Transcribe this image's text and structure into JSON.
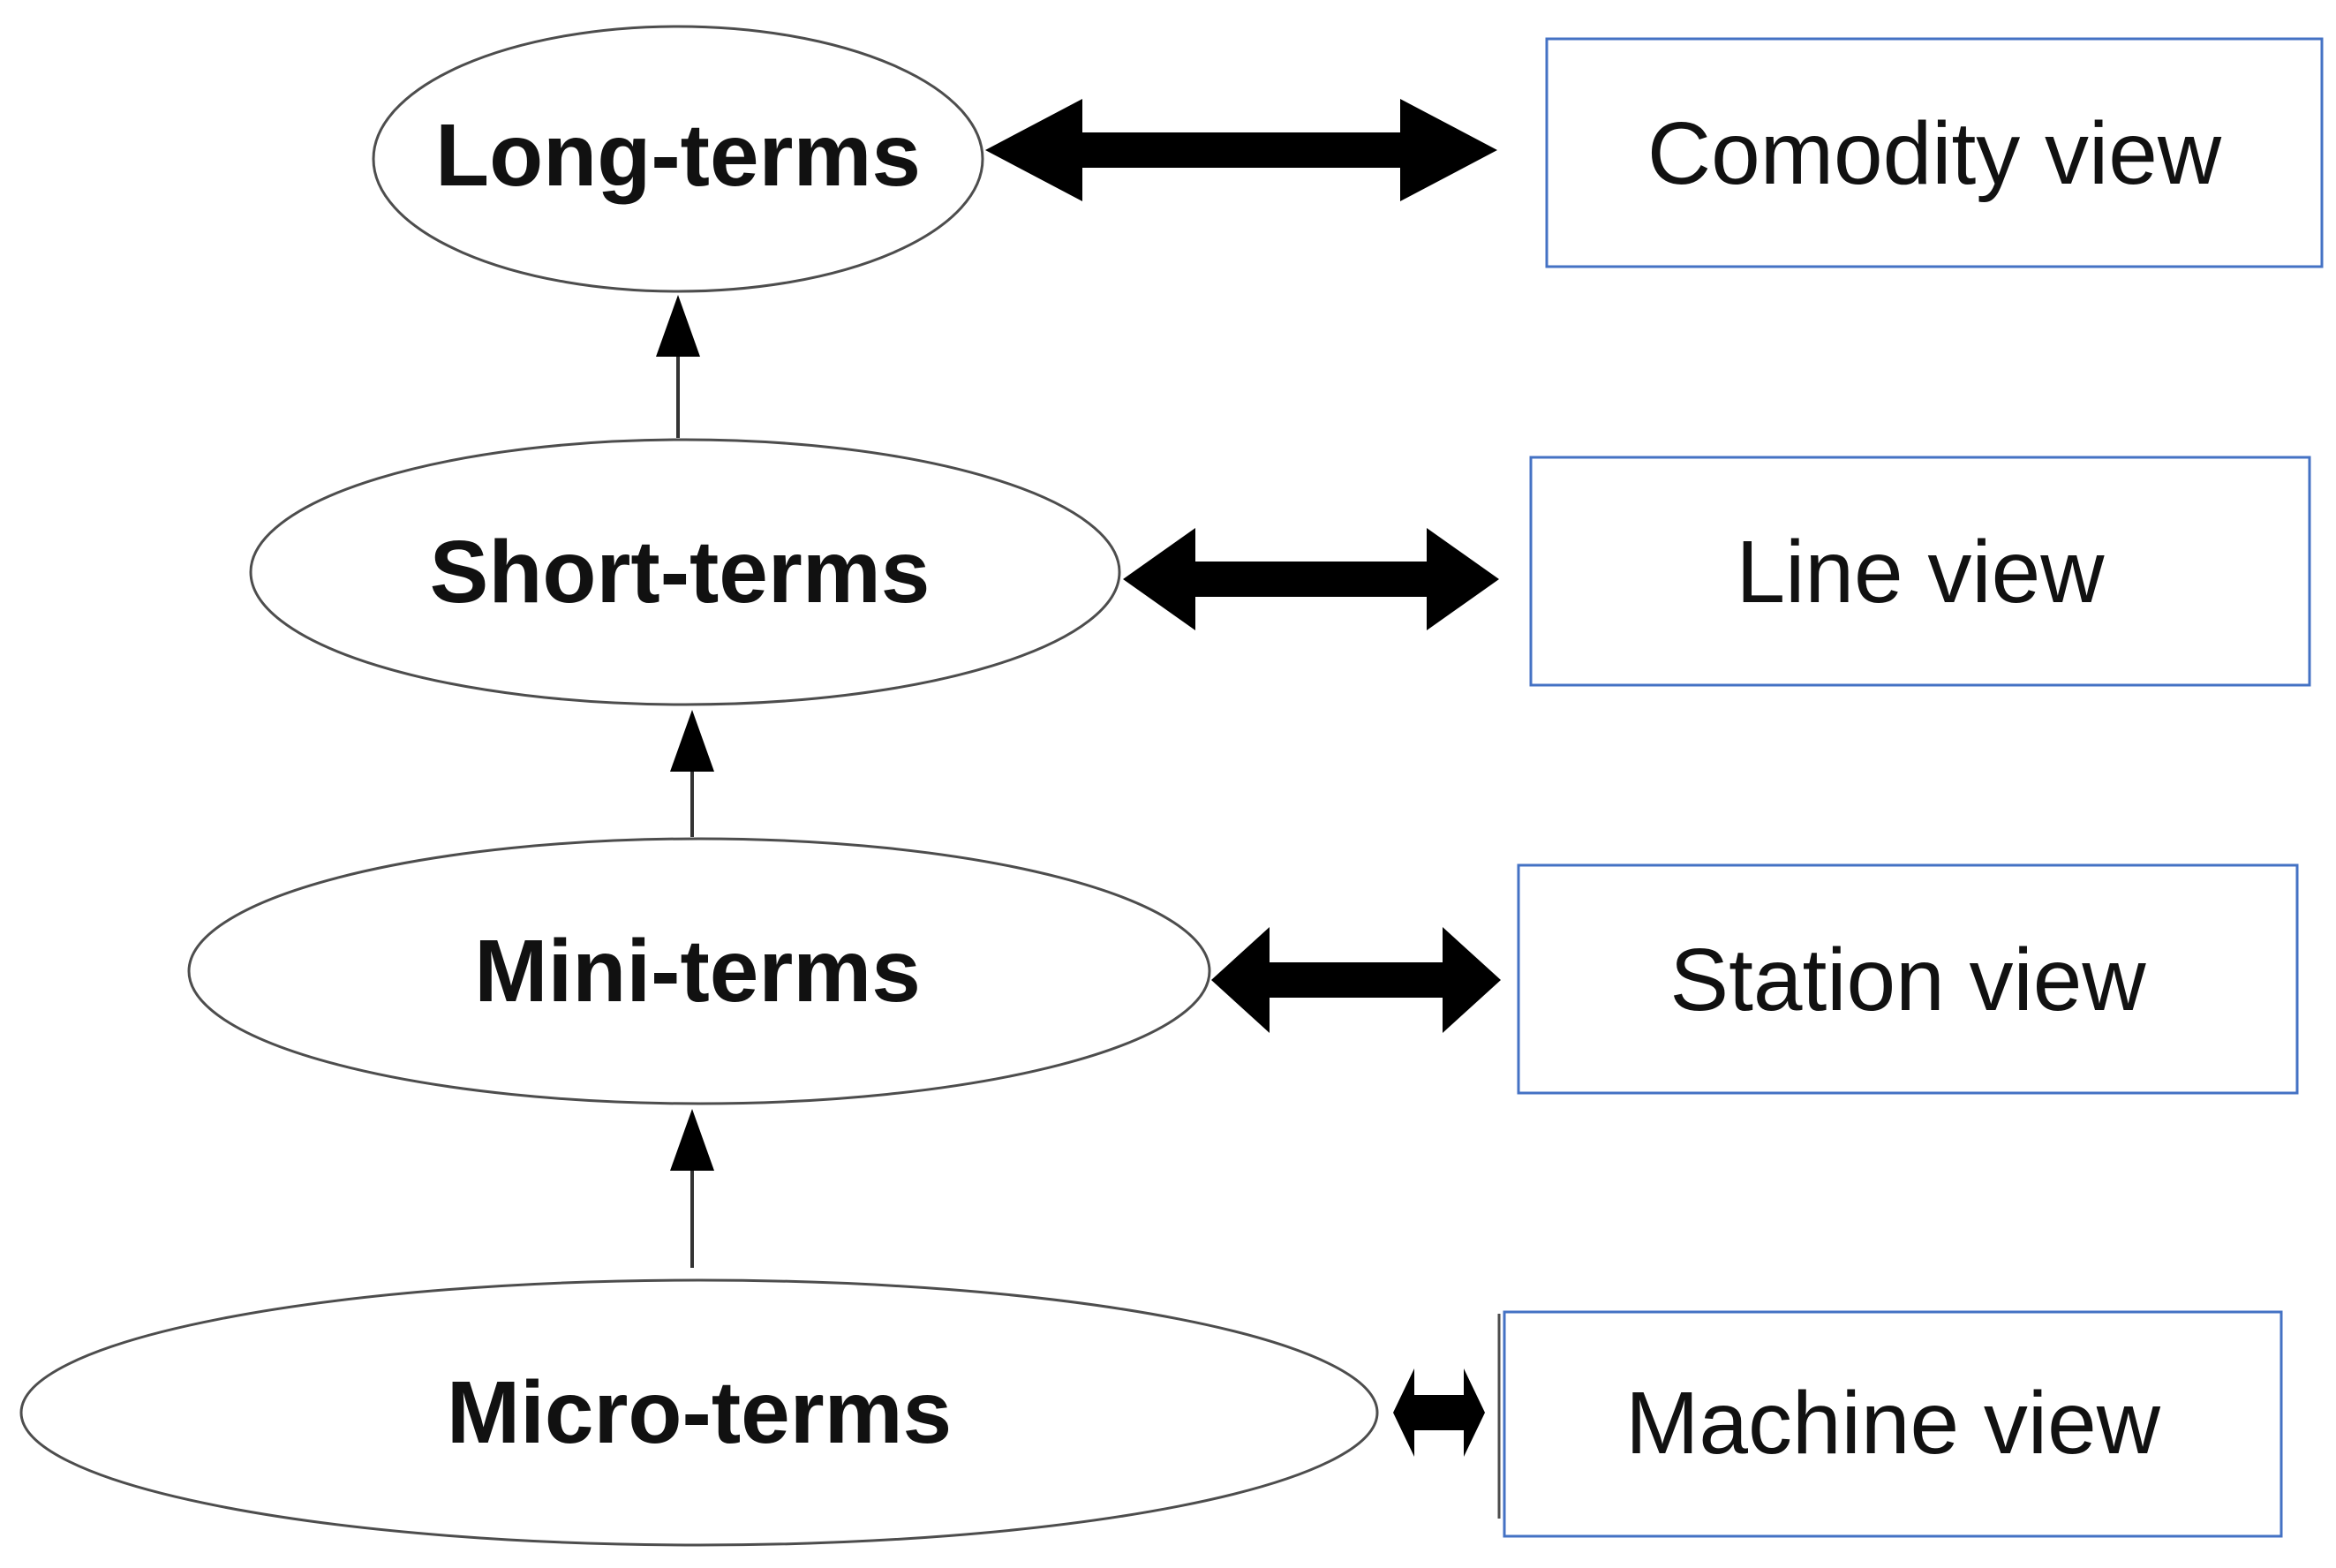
{
  "terms": [
    {
      "id": "long",
      "label": "Long-terms"
    },
    {
      "id": "short",
      "label": "Short-terms"
    },
    {
      "id": "mini",
      "label": "Mini-terms"
    },
    {
      "id": "micro",
      "label": "Micro-terms"
    }
  ],
  "views": [
    {
      "id": "commodity",
      "label": "Comodity view"
    },
    {
      "id": "line",
      "label": "Line view"
    },
    {
      "id": "station",
      "label": "Station view"
    },
    {
      "id": "machine",
      "label": "Machine view"
    }
  ]
}
